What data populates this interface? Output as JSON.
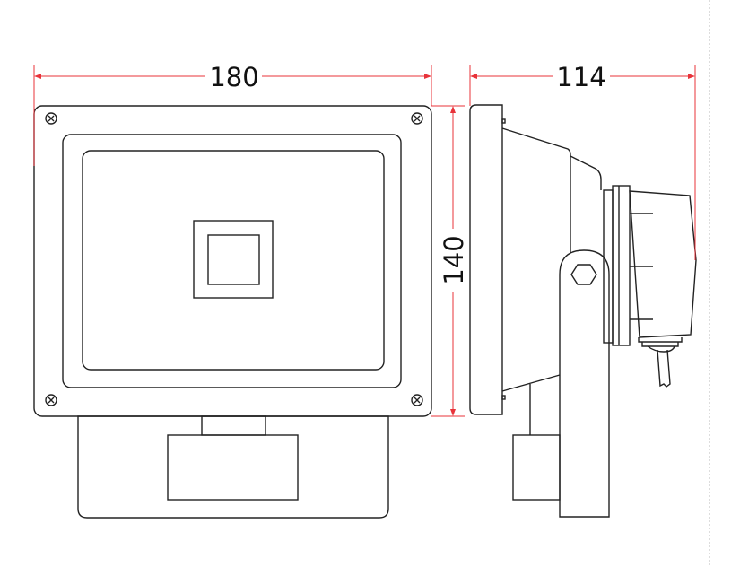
{
  "drawing": {
    "dimensions": {
      "width": "180",
      "height": "140",
      "depth": "114"
    },
    "colors": {
      "dimension": "#e8333a",
      "outline": "#222222",
      "separator": "#bbbbbb"
    }
  }
}
